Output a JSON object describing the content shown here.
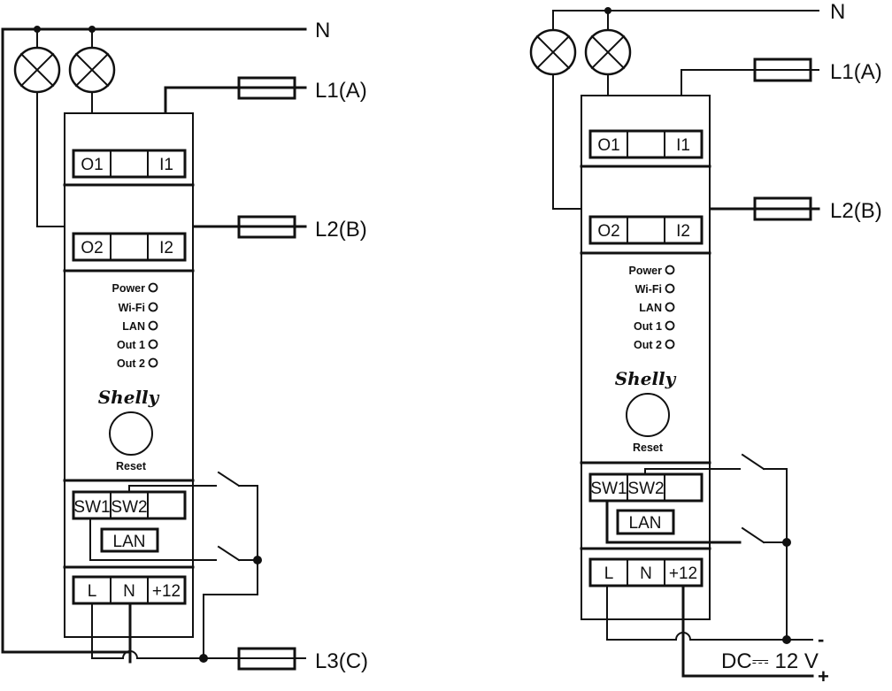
{
  "diagrams": [
    {
      "name": "ac-supply",
      "lines": {
        "neutral": "N",
        "l1": "L1(A)",
        "l2": "L2(B)",
        "l3": "L3(C)"
      },
      "device": {
        "terminals_top": [
          "O1",
          "",
          "I1"
        ],
        "terminals_mid": [
          "O2",
          "",
          "I2"
        ],
        "leds": [
          "Power",
          "Wi-Fi",
          "LAN",
          "Out 1",
          "Out 2"
        ],
        "logo": "Shelly",
        "reset": "Reset",
        "terminals_sw": [
          "SW1",
          "SW2",
          ""
        ],
        "lan_port": "LAN",
        "terminals_power": [
          "L",
          "N",
          "+12"
        ]
      }
    },
    {
      "name": "dc-supply",
      "lines": {
        "neutral": "N",
        "l1": "L1(A)",
        "l2": "L2(B)"
      },
      "supply": {
        "label": "DC⎓ 12 V",
        "minus": "-",
        "plus": "+"
      },
      "device": {
        "terminals_top": [
          "O1",
          "",
          "I1"
        ],
        "terminals_mid": [
          "O2",
          "",
          "I2"
        ],
        "leds": [
          "Power",
          "Wi-Fi",
          "LAN",
          "Out 1",
          "Out 2"
        ],
        "logo": "Shelly",
        "reset": "Reset",
        "terminals_sw": [
          "SW1",
          "SW2",
          ""
        ],
        "lan_port": "LAN",
        "terminals_power": [
          "L",
          "N",
          "+12"
        ]
      }
    }
  ]
}
